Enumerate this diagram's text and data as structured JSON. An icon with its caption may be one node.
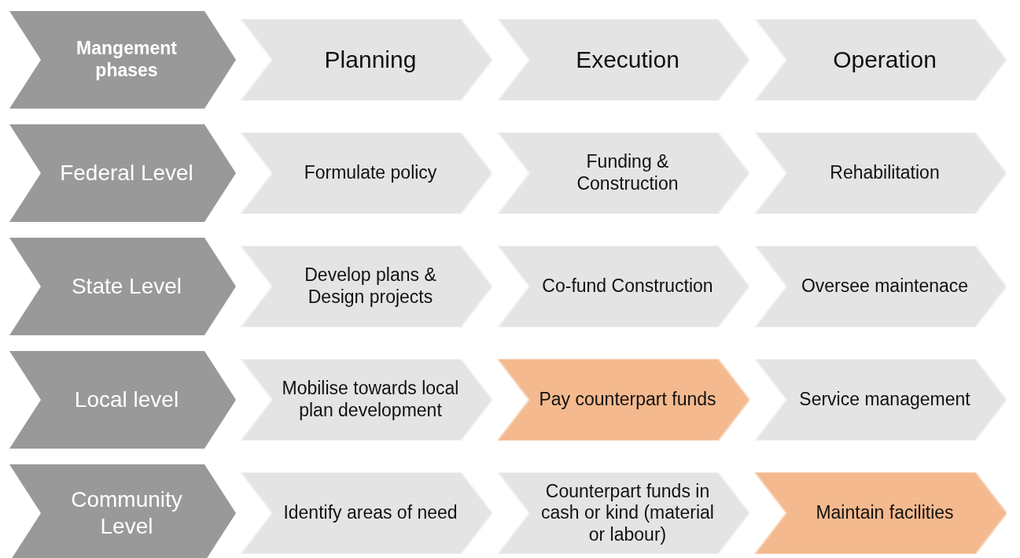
{
  "diagram": {
    "nodes": [
      {
        "text": [
          "Mangement phases"
        ]
      },
      {
        "text": [
          "Planning"
        ]
      },
      {
        "text": [
          "Execution"
        ]
      },
      {
        "text": [
          "Operation"
        ]
      },
      {
        "text": [
          "Federal Level"
        ]
      },
      {
        "text": [
          "Formulate policy"
        ]
      },
      {
        "text": [
          "Funding & Construction"
        ]
      },
      {
        "text": [
          "Rehabilitation"
        ]
      },
      {
        "text": [
          "State Level"
        ]
      },
      {
        "text": [
          "Develop plans & Design projects"
        ]
      },
      {
        "text": [
          "Co-fund Construction"
        ]
      },
      {
        "text": [
          "Oversee maintenace"
        ]
      },
      {
        "text": [
          "Local level"
        ]
      },
      {
        "text": [
          "Mobilise towards local plan development"
        ]
      },
      {
        "text": [
          "Pay counterpart funds"
        ]
      },
      {
        "text": [
          "Service management"
        ]
      },
      {
        "text": [
          "Community Level"
        ]
      },
      {
        "text": [
          "Identify areas of need"
        ]
      },
      {
        "text": [
          "Counterpart funds in cash or kind (material or labour)"
        ]
      },
      {
        "text": [
          "Maintain facilities"
        ]
      }
    ],
    "edges": []
  }
}
